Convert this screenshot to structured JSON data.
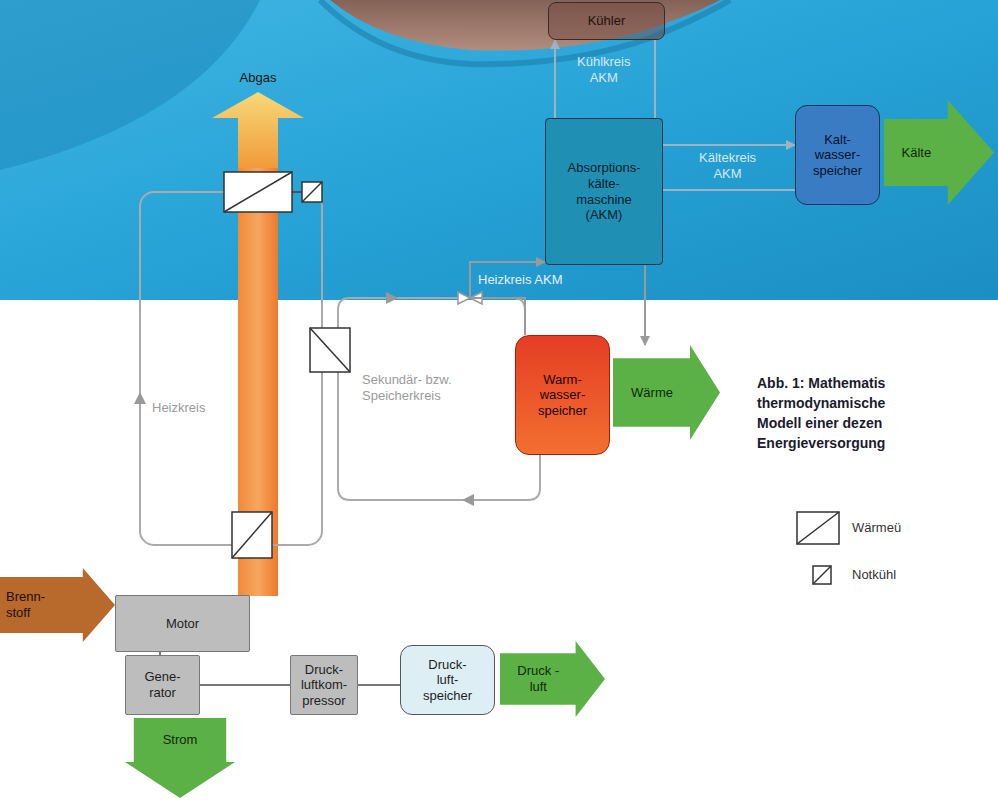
{
  "diagram": {
    "caption": "Abb. 1: Mathematis thermodynamische Modell einer dezen Energieversorgung",
    "nodes": [
      {
        "text": [
          "Kühler"
        ]
      },
      {
        "text": [
          "Absorptions- kälte- maschine (AKM)"
        ]
      },
      {
        "text": [
          "Kalt- wasser- speicher"
        ]
      },
      {
        "text": [
          "Kälte"
        ]
      },
      {
        "text": [
          "Abgas"
        ]
      },
      {
        "text": [
          "Warm- wasser- speicher"
        ]
      },
      {
        "text": [
          "Wärme"
        ]
      },
      {
        "text": [
          "Brenn- stoff"
        ]
      },
      {
        "text": [
          "Motor"
        ]
      },
      {
        "text": [
          "Gene- rator"
        ]
      },
      {
        "text": [
          "Druck- luftkom- pressor"
        ]
      },
      {
        "text": [
          "Druck- luft- speicher"
        ]
      },
      {
        "text": [
          "Druck -luft"
        ]
      },
      {
        "text": [
          "Strom"
        ]
      }
    ],
    "edges": [
      {
        "from": 1,
        "to": 0,
        "arrow": "to",
        "label": "Kühlkreis AKM"
      },
      {
        "from": 1,
        "to": 2,
        "arrow": "to",
        "label": "Kältekreis AKM"
      },
      {
        "from": 5,
        "to": 1,
        "arrow": "to",
        "label": "Heizkreis AKM"
      },
      {
        "from": 1,
        "to": 6,
        "arrow": "to"
      },
      {
        "from": 8,
        "to": 9,
        "arrow": "none"
      },
      {
        "from": 9,
        "to": 10,
        "arrow": "none"
      },
      {
        "from": 10,
        "to": 11,
        "arrow": "none"
      }
    ],
    "labels": [
      "Heizkreis",
      "Sekundär- bzw. Speicherkreis"
    ],
    "legend": [
      {
        "text": "Wärmeü"
      },
      {
        "text": "Notkühl"
      }
    ]
  }
}
